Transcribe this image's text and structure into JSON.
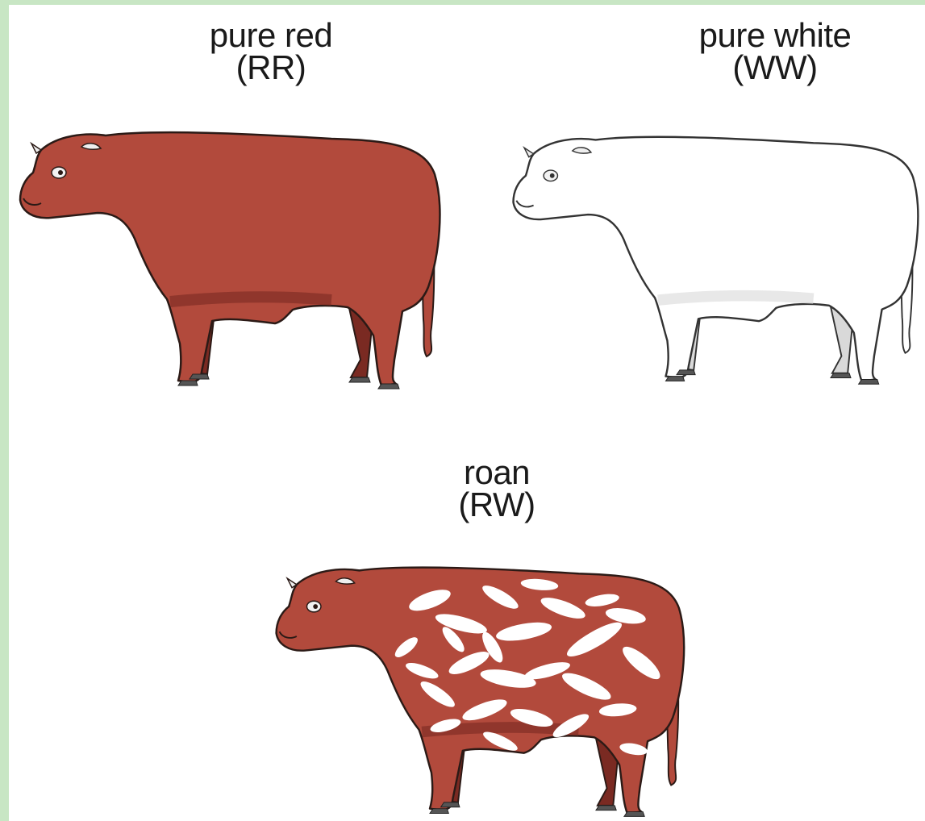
{
  "diagram": {
    "panels": [
      {
        "title": "pure red",
        "genotype": "(RR)",
        "body_color": "#b24a3c",
        "shade_color": "#7a2a22",
        "outline_color": "#2b1a16"
      },
      {
        "title": "pure white",
        "genotype": "(WW)",
        "body_color": "#ffffff",
        "shade_color": "#d9d9d9",
        "outline_color": "#333333"
      },
      {
        "title": "roan",
        "genotype": "(RW)",
        "body_color": "#b24a3c",
        "shade_color": "#7a2a22",
        "outline_color": "#2b1a16",
        "patch_color": "#ffffff"
      }
    ]
  },
  "theme": {
    "border_color": "#c8e6c4",
    "background": "#ffffff",
    "text_color": "#1a1a1a"
  }
}
